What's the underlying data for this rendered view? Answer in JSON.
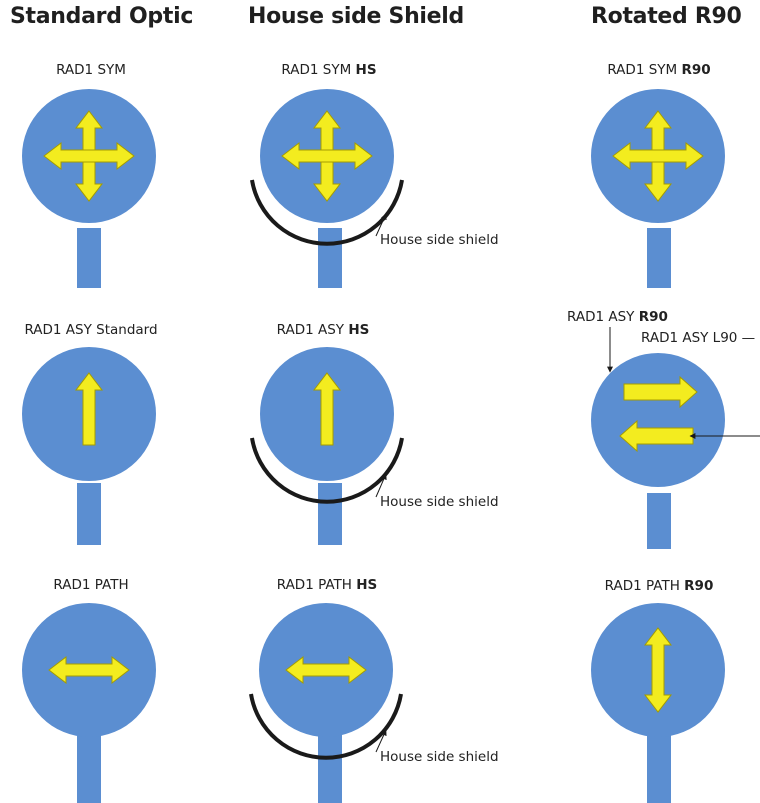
{
  "columns": {
    "standard": "Standard Optic",
    "house_side": "House side Shield",
    "rotated": "Rotated R90"
  },
  "row1": {
    "standard_label": "RAD1 SYM",
    "hs_label_main": "RAD1 SYM ",
    "hs_label_bold": "HS",
    "r90_label_main": "RAD1 SYM ",
    "r90_label_bold": "R90",
    "callout": "House side shield"
  },
  "row2": {
    "standard_label": "RAD1 ASY Standard",
    "hs_label_main": "RAD1 ASY ",
    "hs_label_bold": "HS",
    "r90_label_main": "RAD1 ASY ",
    "r90_label_bold": "R90",
    "l90_label": "RAD1 ASY L90 —",
    "callout": "House side shield"
  },
  "row3": {
    "standard_label": "RAD1 PATH",
    "hs_label_main": "RAD1 PATH ",
    "hs_label_bold": "HS",
    "r90_label_main": "RAD1 PATH ",
    "r90_label_bold": "R90",
    "callout": "House side shield"
  },
  "colors": {
    "circle": "#5b8ed1",
    "pole": "#5b8ed1",
    "arrow": "#f3ec1f",
    "shield": "#1a1a1a"
  }
}
